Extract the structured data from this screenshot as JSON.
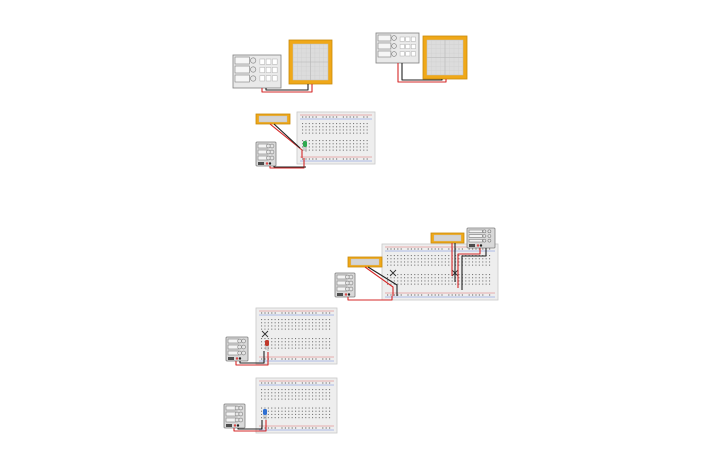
{
  "canvas": {
    "background": "#ffffff"
  },
  "colors": {
    "instrument_body": "#d9d9d9",
    "instrument_edge": "#7f7f7f",
    "display_dark": "#4d4d4d",
    "knob": "#e6e6e6",
    "breadboard": "#eeeeee",
    "breadboard_hole": "#7a7a7a",
    "rail_red": "#d94a4a",
    "rail_blue": "#4a6fd9",
    "wire_red": "#d62828",
    "wire_black": "#222222",
    "frame_orange": "#f0a818",
    "screen_fill": "#dcdcdc",
    "led_green": "#2fa84f",
    "led_red": "#c0392b",
    "led_blue": "#2f6fd1"
  },
  "circuits": [
    {
      "id": "oscilloscope-bench-1",
      "kind": "function-generator + oscilloscope"
    },
    {
      "id": "oscilloscope-bench-2",
      "kind": "function-generator + oscilloscope"
    },
    {
      "id": "led-breadboard-green",
      "kind": "power supply + meter + breadboard + led"
    },
    {
      "id": "dual-meter-breadboard",
      "kind": "power supply + two meters + breadboard"
    },
    {
      "id": "led-breadboard-red",
      "kind": "power supply + breadboard + led"
    },
    {
      "id": "led-breadboard-blue",
      "kind": "power supply + breadboard + led"
    }
  ]
}
